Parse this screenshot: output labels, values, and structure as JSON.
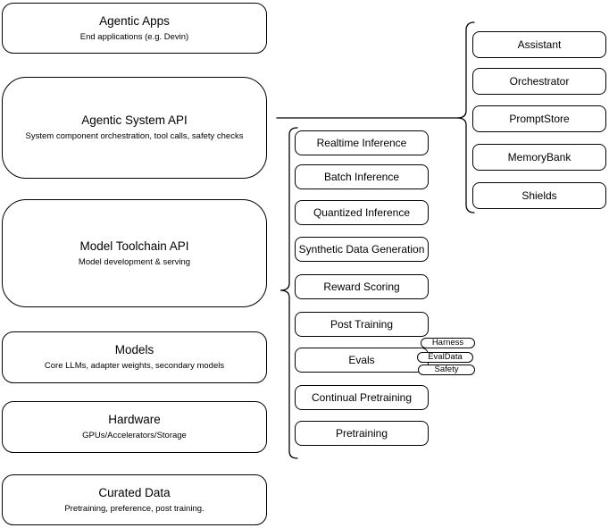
{
  "diagram": {
    "colors": {
      "stroke": "#000000",
      "fill": "#ffffff",
      "text": "#000000"
    },
    "stack": [
      {
        "title": "Agentic Apps",
        "subtitle": "End applications (e.g. Devin)"
      },
      {
        "title": "Agentic System API",
        "subtitle": "System component orchestration, tool calls, safety checks"
      },
      {
        "title": "Model Toolchain API",
        "subtitle": "Model development & serving"
      },
      {
        "title": "Models",
        "subtitle": "Core LLMs, adapter weights, secondary models"
      },
      {
        "title": "Hardware",
        "subtitle": "GPUs/Accelerators/Storage"
      },
      {
        "title": "Curated Data",
        "subtitle": "Pretraining, preference, post training."
      }
    ],
    "toolchain_items": [
      "Realtime Inference",
      "Batch Inference",
      "Quantized Inference",
      "Synthetic Data Generation",
      "Reward Scoring",
      "Post Training",
      "Evals",
      "Continual Pretraining",
      "Pretraining"
    ],
    "eval_tags": [
      "Harness",
      "EvalData",
      "Safety"
    ],
    "system_components": [
      "Assistant",
      "Orchestrator",
      "PromptStore",
      "MemoryBank",
      "Shields"
    ]
  }
}
